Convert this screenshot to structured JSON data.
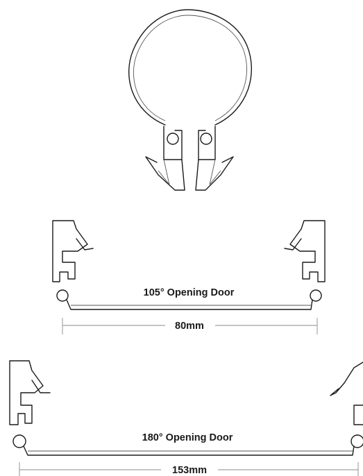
{
  "sections": [
    {
      "label": "105° Opening Door",
      "dimension": "80mm"
    },
    {
      "label": "180° Opening Door",
      "dimension": "153mm"
    }
  ]
}
